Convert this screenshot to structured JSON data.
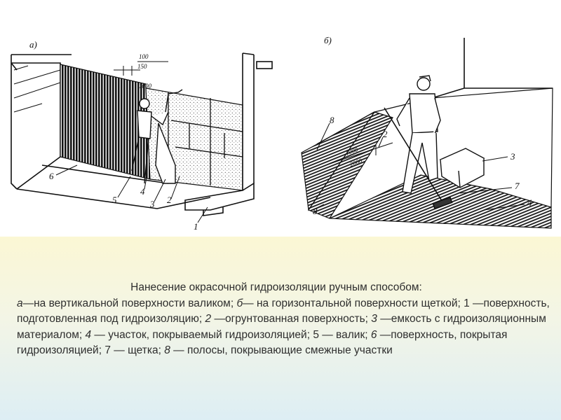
{
  "figure": {
    "panel_a": {
      "letter": "а)",
      "dims": [
        "100",
        "150",
        "1000"
      ],
      "callouts": [
        "6",
        "5",
        "4",
        "3",
        "2",
        "1"
      ]
    },
    "panel_b": {
      "letter": "б)",
      "dims": [
        "1000",
        "2000"
      ],
      "callouts": [
        "8",
        "2",
        "3",
        "7",
        "4",
        "8"
      ]
    }
  },
  "caption": {
    "title": "Нанесение окрасочной гидроизоляции ручным способом:",
    "parts": [
      {
        "t": "а",
        "i": true
      },
      {
        "t": "—на вертикальной поверхности валиком; ",
        "i": false
      },
      {
        "t": "б",
        "i": true
      },
      {
        "t": "— на горизонтальной поверхности щеткой; 1 —поверхность, подготовленная под гидроизоляцию; ",
        "i": false
      },
      {
        "t": "2",
        "i": true
      },
      {
        "t": " —огрунтованная поверхность; ",
        "i": false
      },
      {
        "t": "3",
        "i": true
      },
      {
        "t": " —емкость с гидроизоляционным материалом; ",
        "i": false
      },
      {
        "t": "4",
        "i": true
      },
      {
        "t": " — участок, покрываемый гидроизоляцией; 5 — валик; ",
        "i": false
      },
      {
        "t": "6",
        "i": true
      },
      {
        "t": " —поверхность, покрытая гидроизоляцией; 7 — щетка; ",
        "i": false
      },
      {
        "t": "8",
        "i": true
      },
      {
        "t": " — полосы, покрывающие смежные участки",
        "i": false
      }
    ]
  }
}
